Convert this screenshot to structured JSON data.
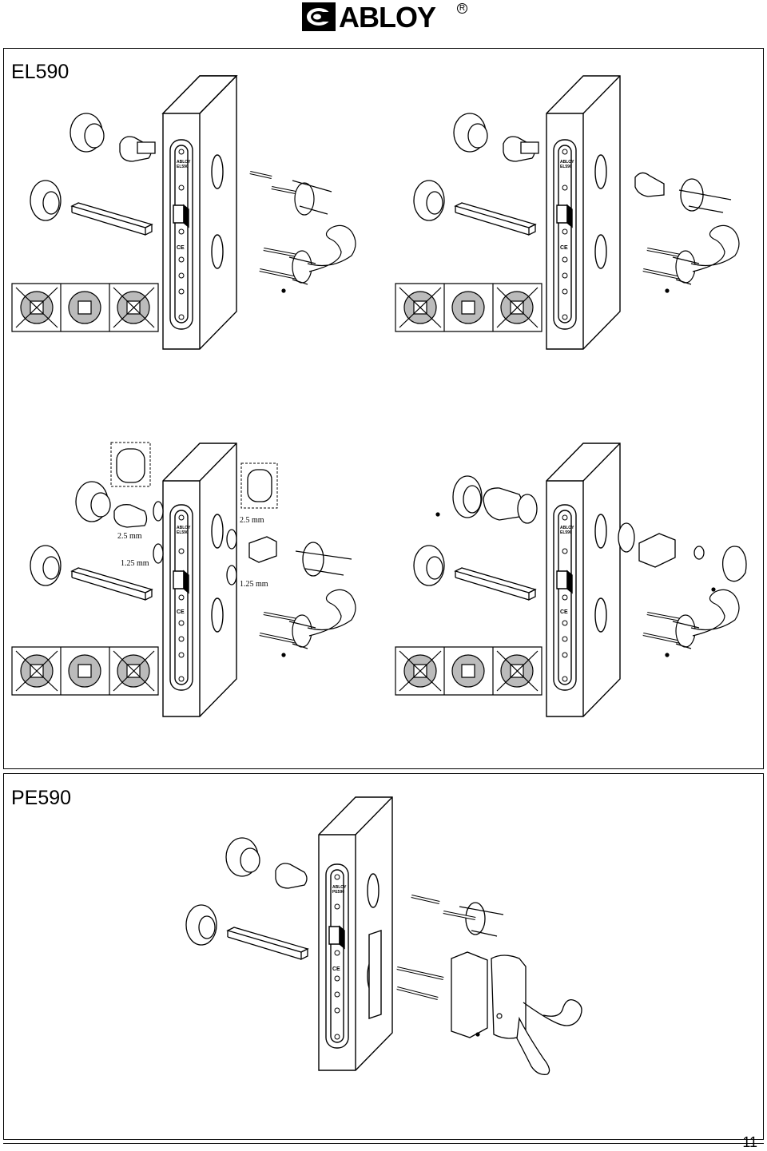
{
  "header": {
    "brand": "ABLOY",
    "registered_mark": "R"
  },
  "sections": [
    {
      "title": "EL590"
    },
    {
      "title": "PE590"
    }
  ],
  "lock_labels": {
    "el_brand": "ABLOY",
    "el_model": "EL590",
    "pe_brand": "ABLOY",
    "pe_model": "PE590"
  },
  "dimensions": {
    "left_upper": "2.5 mm",
    "left_lower": "1.25 mm",
    "right_upper": "2.5 mm",
    "right_lower": "1.25 mm"
  },
  "footer": {
    "page_number": "11"
  },
  "icons": [
    "abloy-logo-icon",
    "ce-mark-icon",
    "spindle-section-icon",
    "crossed-out-icon"
  ]
}
